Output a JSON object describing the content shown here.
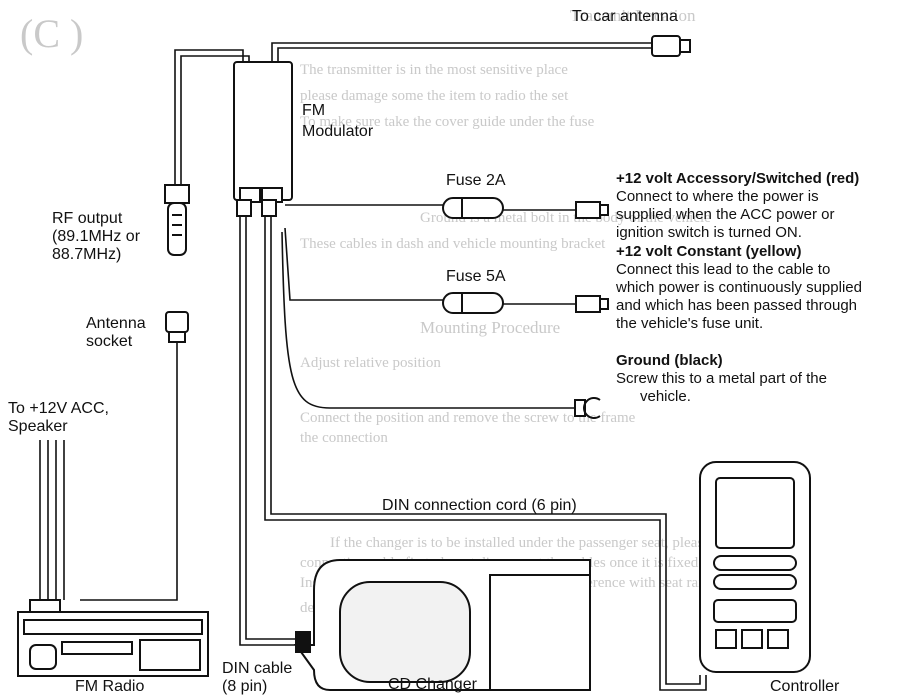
{
  "labels": {
    "to_car_antenna": "To car antenna",
    "fm_modulator_line1": "FM",
    "fm_modulator_line2": "Modulator",
    "rf_output_line1": "RF output",
    "rf_output_line2": "(89.1MHz or",
    "rf_output_line3": "88.7MHz)",
    "fuse_2a": "Fuse 2A",
    "fuse_5a": "Fuse 5A",
    "antenna_socket_line1": "Antenna",
    "antenna_socket_line2": "socket",
    "to_12v_acc_line1": "To +12V ACC,",
    "to_12v_acc_line2": "Speaker",
    "din_connection_cord": "DIN connection cord (6 pin)",
    "din_cable_line1": "DIN cable",
    "din_cable_line2": "(8 pin)",
    "fm_radio": "FM Radio",
    "cd_changer": "CD Changer",
    "controller": "Controller"
  },
  "notes": {
    "acc_title": "+12 volt Accessory/Switched (red)",
    "acc_line1": "Connect to where the power is",
    "acc_line2": "supplied when the ACC power or",
    "acc_line3": "ignition switch is turned ON.",
    "constant_title": "+12 volt Constant (yellow)",
    "constant_line1": "Connect this lead to the cable to",
    "constant_line2": "which power is continuously supplied",
    "constant_line3": "and which has been passed through",
    "constant_line4": "the vehicle's fuse unit.",
    "ground_title": "Ground (black)",
    "ground_line1": "Screw this to a metal part of the",
    "ground_line2": "vehicle."
  },
  "colors": {
    "line": "#111111",
    "background": "#ffffff",
    "bleed_through": "#c9c9c9"
  }
}
